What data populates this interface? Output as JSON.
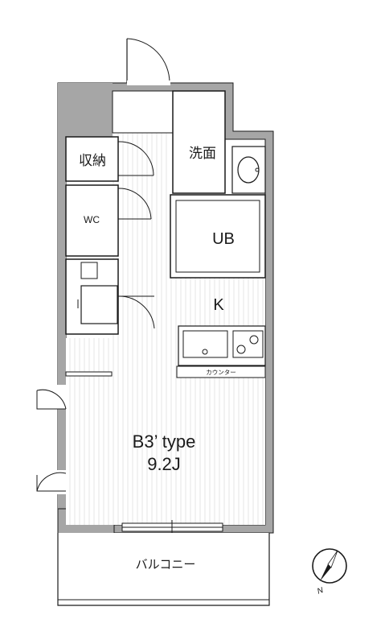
{
  "rooms": {
    "storage": "収納",
    "washroom": "洗面",
    "wc": "WC",
    "unit_bath": "UB",
    "kitchen": "K",
    "counter": "カウンター",
    "balcony": "バルコニー"
  },
  "unit": {
    "type": "B3’ type",
    "size": "9.2J"
  },
  "compass": {
    "north_label": "N"
  },
  "colors": {
    "wall": "#a6a6a6",
    "outline": "#1a1a1a",
    "floor_stripe": "#e6e6e6"
  }
}
